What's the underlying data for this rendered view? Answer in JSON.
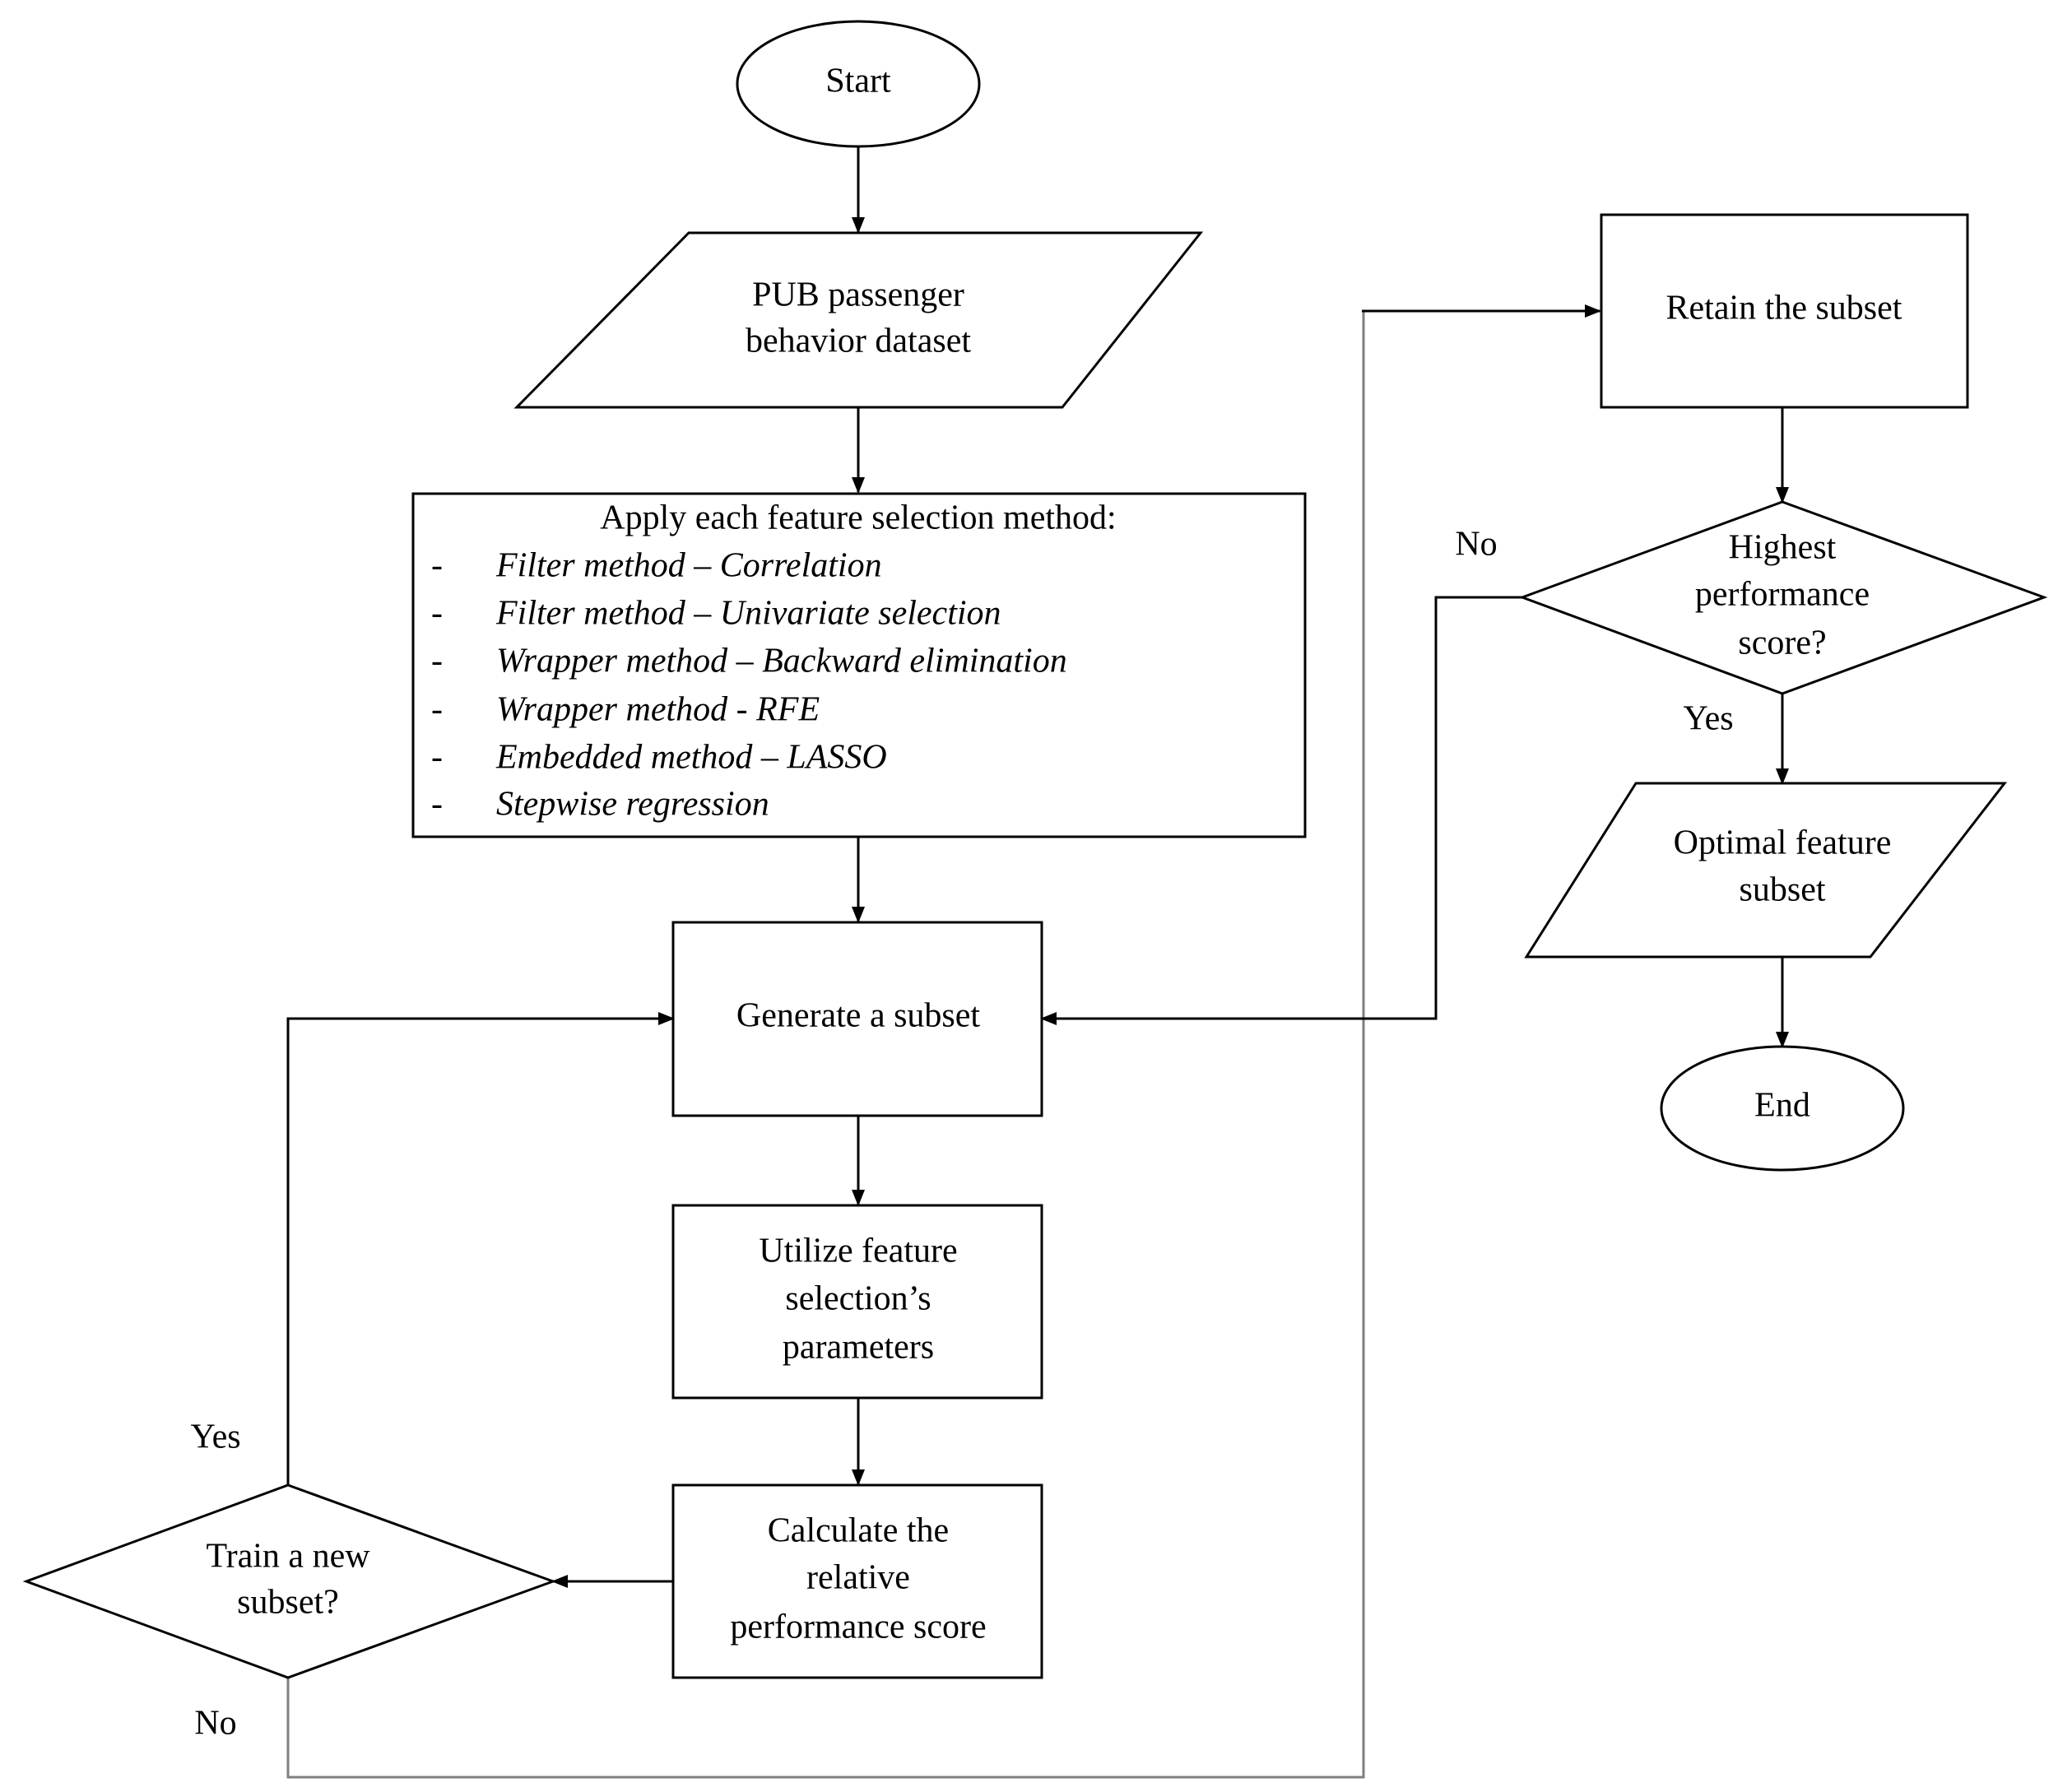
{
  "start": "Start",
  "dataset": [
    "PUB passenger",
    "behavior dataset"
  ],
  "methods": {
    "heading": "Apply each feature selection method:",
    "bullet": "-",
    "items": [
      "Filter method – Correlation",
      "Filter method – Univariate selection",
      "Wrapper method – Backward elimination",
      "Wrapper method - RFE",
      "Embedded method – LASSO",
      "Stepwise regression"
    ]
  },
  "generate": "Generate a subset",
  "utilize": [
    "Utilize feature",
    "selection’s",
    "parameters"
  ],
  "calculate": [
    "Calculate the",
    "relative",
    "performance score"
  ],
  "train_decision": [
    "Train a new",
    "subset?"
  ],
  "train_yes": "Yes",
  "train_no": "No",
  "retain": "Retain the subset",
  "highest_decision": [
    "Highest",
    "performance",
    "score?"
  ],
  "highest_no": "No",
  "highest_yes": "Yes",
  "optimal": [
    "Optimal feature",
    "subset"
  ],
  "end": "End"
}
